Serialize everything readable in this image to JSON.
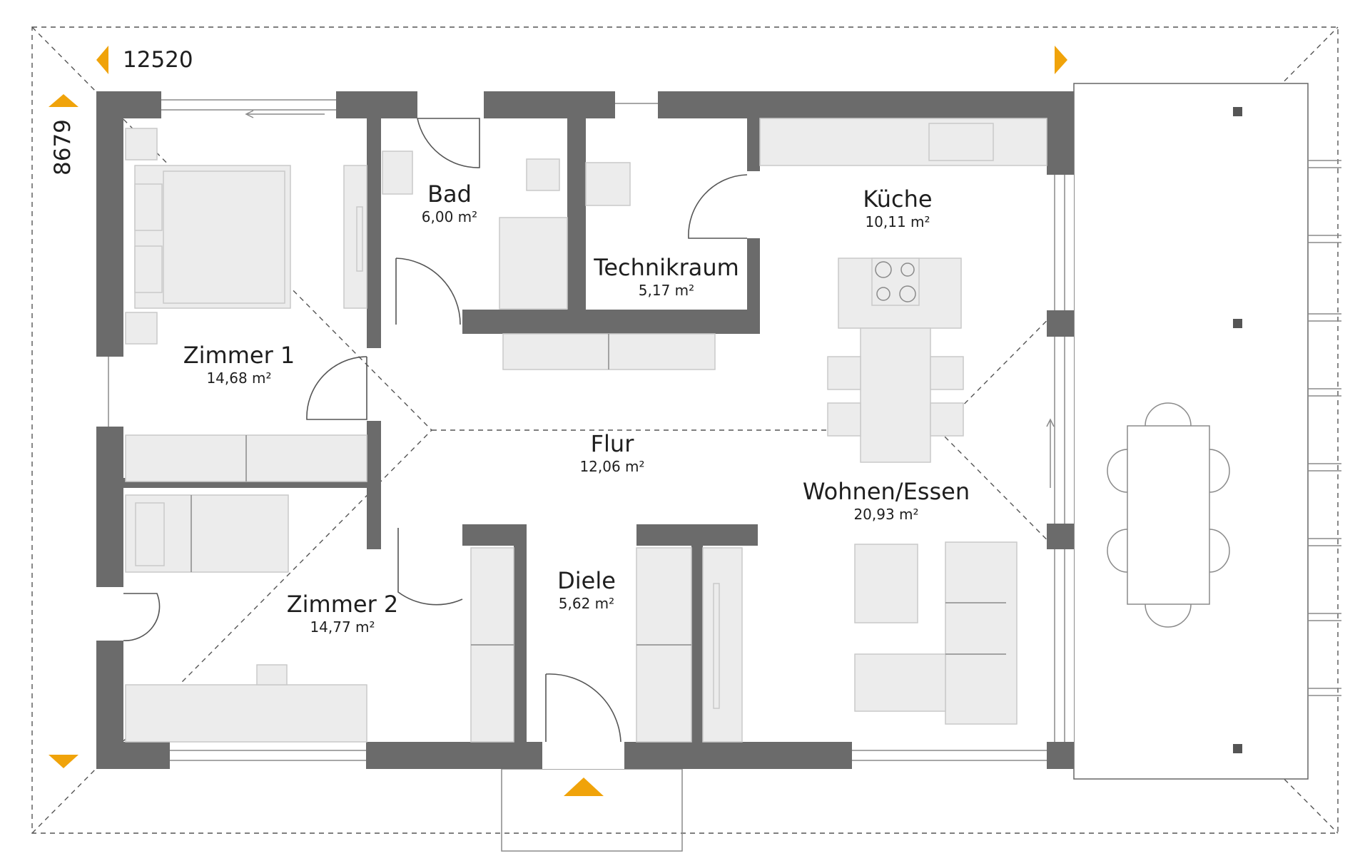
{
  "dimensions": {
    "width_label": "12520",
    "depth_label": "8679"
  },
  "colors": {
    "wall": "#6b6b6b",
    "furniture": "#ececec",
    "arrow": "#f0a30a",
    "text": "#1e1e1e"
  },
  "rooms": {
    "bad": {
      "name": "Bad",
      "area": "6,00 m²"
    },
    "technikraum": {
      "name": "Technikraum",
      "area": "5,17 m²"
    },
    "kueche": {
      "name": "Küche",
      "area": "10,11 m²"
    },
    "zimmer1": {
      "name": "Zimmer 1",
      "area": "14,68 m²"
    },
    "flur": {
      "name": "Flur",
      "area": "12,06 m²"
    },
    "wohnen": {
      "name": "Wohnen/Essen",
      "area": "20,93 m²"
    },
    "zimmer2": {
      "name": "Zimmer 2",
      "area": "14,77 m²"
    },
    "diele": {
      "name": "Diele",
      "area": "5,62 m²"
    }
  }
}
